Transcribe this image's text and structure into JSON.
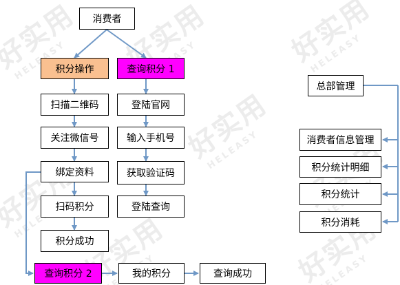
{
  "nodes": {
    "consumer": "消费者",
    "points_operation": "积分操作",
    "query_points_1": "查询积分 1",
    "scan_qr": "扫描二维码",
    "follow_wechat": "关注微信号",
    "bind_info": "绑定资料",
    "scan_points": "扫码积分",
    "points_success": "积分成功",
    "login_website": "登陆官网",
    "enter_phone": "输入手机号",
    "get_code": "获取验证码",
    "login_query": "登陆查询",
    "query_points_2": "查询积分 2",
    "my_points": "我的积分",
    "query_success": "查询成功",
    "hq_management": "总部管理",
    "consumer_info_mgmt": "消费者信息管理",
    "points_stat_detail": "积分统计明细",
    "points_stat": "积分统计",
    "points_consume": "积分消耗"
  },
  "colors": {
    "edge": "#6f98c6",
    "orange_fill": "#fac090",
    "magenta_fill": "#ff00ff"
  }
}
